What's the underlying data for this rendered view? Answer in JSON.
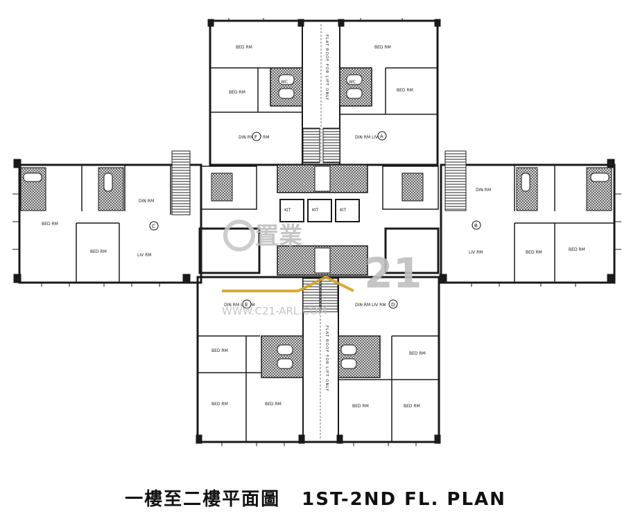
{
  "title": {
    "chinese": "一樓至二樓平面圖",
    "english": "1ST-2ND FL. PLAN"
  },
  "watermark": {
    "brand": "21",
    "url": "WWW.C21-ARL.COM",
    "accent_color": "#d4a21f"
  },
  "units": {
    "A": "A",
    "B": "B",
    "C": "C",
    "D": "D",
    "E": "E",
    "F": "F"
  },
  "room_labels": {
    "bed": "BED RM",
    "liv": "LIV RM",
    "din": "DIN RM",
    "din_liv": "DIN RM   LIV RM",
    "kit": "KIT",
    "wc": "WC"
  },
  "corridor_text": "FLAT ROOF FOR LIFT ONLY",
  "colors": {
    "wall": "#1a1a1a",
    "hatch": "#555555",
    "paper": "#ffffff"
  }
}
